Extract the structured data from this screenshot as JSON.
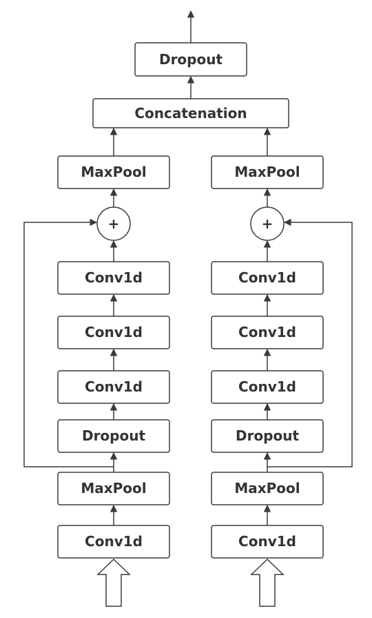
{
  "top": {
    "dropout": "Dropout",
    "concat": "Concatenation"
  },
  "branch_left": {
    "maxpool_top": "MaxPool",
    "add": "+",
    "conv_a": "Conv1d",
    "conv_b": "Conv1d",
    "conv_c": "Conv1d",
    "dropout": "Dropout",
    "maxpool_bottom": "MaxPool",
    "conv_input": "Conv1d"
  },
  "branch_right": {
    "maxpool_top": "MaxPool",
    "add": "+",
    "conv_a": "Conv1d",
    "conv_b": "Conv1d",
    "conv_c": "Conv1d",
    "dropout": "Dropout",
    "maxpool_bottom": "MaxPool",
    "conv_input": "Conv1d"
  }
}
